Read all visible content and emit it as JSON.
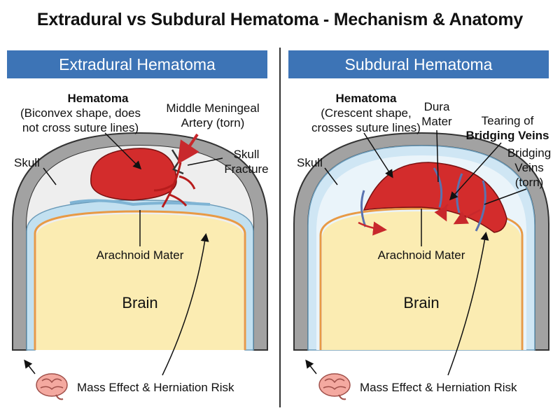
{
  "title": "Extradural vs Subdural Hematoma - Mechanism & Anatomy",
  "left": {
    "header": "Extradural Hematoma",
    "hematoma_title": "Hematoma",
    "hematoma_desc_1": "(Biconvex shape, does",
    "hematoma_desc_2": "not cross suture lines)",
    "artery_1": "Middle Meningeal",
    "artery_2": "Artery (torn)",
    "skull": "Skull",
    "fracture_1": "Skull",
    "fracture_2": "Fracture",
    "arachnoid": "Arachnoid Mater",
    "brain": "Brain",
    "mass_effect": "Mass Effect & Herniation Risk"
  },
  "right": {
    "header": "Subdural Hematoma",
    "hematoma_title": "Hematoma",
    "hematoma_desc_1": "(Crescent shape,",
    "hematoma_desc_2": "crosses suture lines)",
    "dura_1": "Dura",
    "dura_2": "Mater",
    "tearing_1": "Tearing of",
    "tearing_2": "Bridging Veins",
    "veins_1": "Bridging",
    "veins_2": "Veins",
    "veins_3": "(torn)",
    "skull": "Skull",
    "arachnoid": "Arachnoid Mater",
    "brain": "Brain",
    "mass_effect": "Mass Effect & Herniation Risk"
  },
  "colors": {
    "header_bg": "#3d74b6",
    "hematoma": "#d32c2c",
    "brain": "#fbecb2",
    "csf": "#bfe0f0",
    "skull": "#9a9a9a",
    "arachnoid": "#e89a45"
  }
}
